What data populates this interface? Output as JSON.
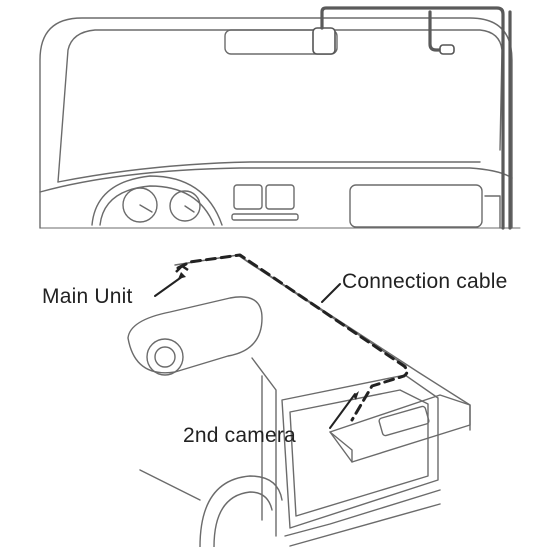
{
  "labels": {
    "main_unit": "Main Unit",
    "connection_cable": "Connection cable",
    "second_camera": "2nd camera"
  },
  "colors": {
    "line": "#5a5a5a",
    "cable": "#222222",
    "background": "#ffffff"
  }
}
